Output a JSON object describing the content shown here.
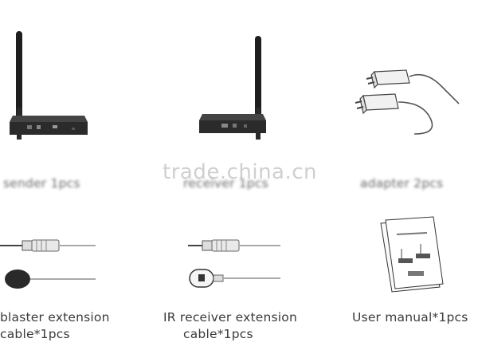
{
  "watermark": "trade.china.cn",
  "items": [
    {
      "caption": "sender  1pcs"
    },
    {
      "caption": "receiver  1pcs"
    },
    {
      "caption": "adapter  2pcs"
    },
    {
      "caption_line1": "blaster extension",
      "caption_line2": "cable*1pcs"
    },
    {
      "caption_line1": "IR receiver extension",
      "caption_line2": "cable*1pcs"
    },
    {
      "caption": "User manual*1pcs"
    }
  ],
  "colors": {
    "device": "#2b2b2b",
    "cable": "#9a9a9a",
    "text": "#3a3a3a"
  }
}
